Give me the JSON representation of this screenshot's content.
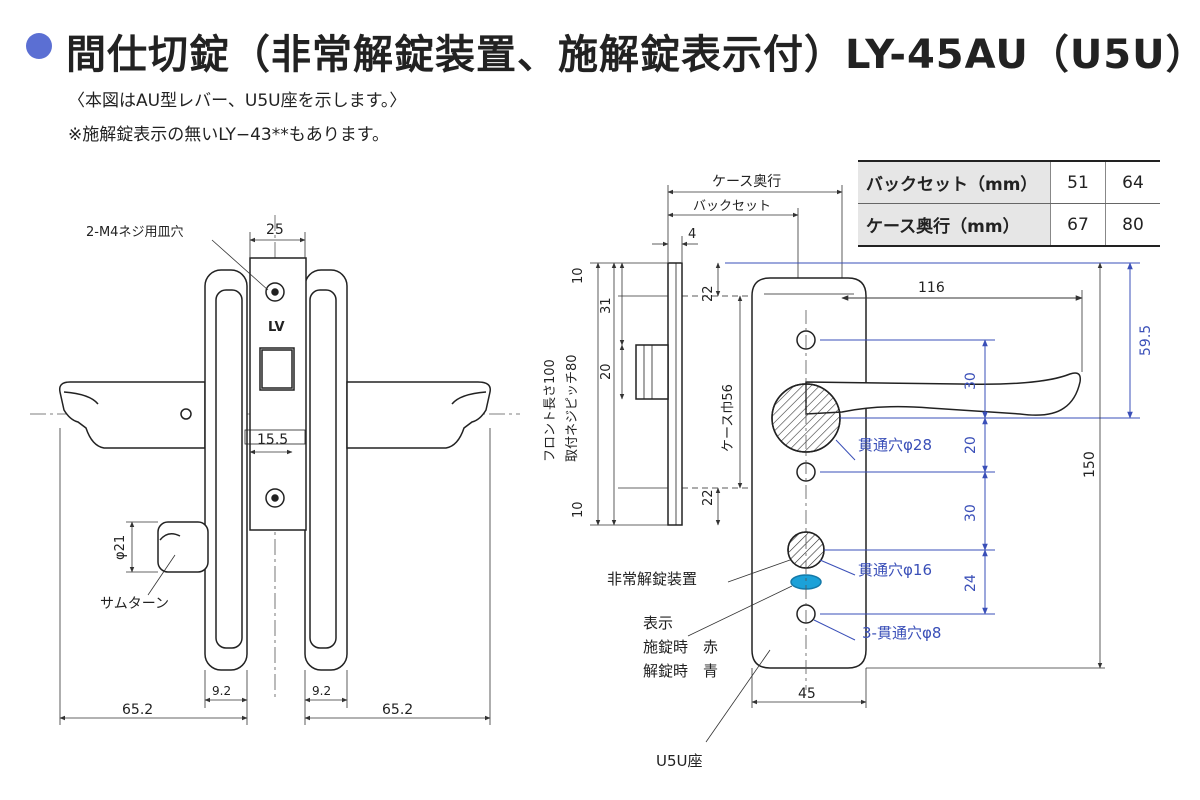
{
  "header": {
    "title": "間仕切錠（非常解錠装置、施解錠表示付）LY-45AU（U5U）",
    "note1": "〈本図はAU型レバー、U5U座を示します。〉",
    "note2": "※施解錠表示の無いLY−43**もあります。",
    "accent_color": "#5b6fd3"
  },
  "spec_table": {
    "rows": [
      {
        "label": "バックセット（mm）",
        "values": [
          "51",
          "64"
        ]
      },
      {
        "label": "ケース奥行（mm）",
        "values": [
          "67",
          "80"
        ]
      }
    ]
  },
  "left_view": {
    "label_screw": "2-M4ネジ用皿穴",
    "dim_25": "25",
    "dim_15_5": "15.5",
    "dim_phi21": "φ21",
    "label_thumbturn": "サムターン",
    "dim_9_2_left": "9.2",
    "dim_9_2_right": "9.2",
    "dim_65_2_left": "65.2",
    "dim_65_2_right": "65.2",
    "mark_lv": "LV"
  },
  "middle_view": {
    "label_case_depth": "ケース奥行",
    "label_backset": "バックセット",
    "dim_4": "4",
    "dim_10_top": "10",
    "dim_31": "31",
    "dim_20": "20",
    "dim_10_bottom": "10",
    "dim_22_top": "22",
    "dim_22_bottom": "22",
    "label_front_length": "フロント長さ100",
    "label_screw_pitch": "取付ネジピッチ80",
    "label_case_width": "ケース巾56"
  },
  "right_view": {
    "dim_116": "116",
    "dim_59_5": "59.5",
    "dim_30_a": "30",
    "dim_20": "20",
    "dim_30_b": "30",
    "dim_24": "24",
    "dim_150": "150",
    "dim_45": "45",
    "hole_28": "貫通穴φ28",
    "hole_16": "貫通穴φ16",
    "hole_8": "3-貫通穴φ8",
    "label_emergency": "非常解錠装置",
    "label_indicator": "表示",
    "label_locked": "施錠時　赤",
    "label_unlocked": "解錠時　青",
    "label_escutcheon": "U5U座",
    "dim_color": "#3a4fb8"
  }
}
